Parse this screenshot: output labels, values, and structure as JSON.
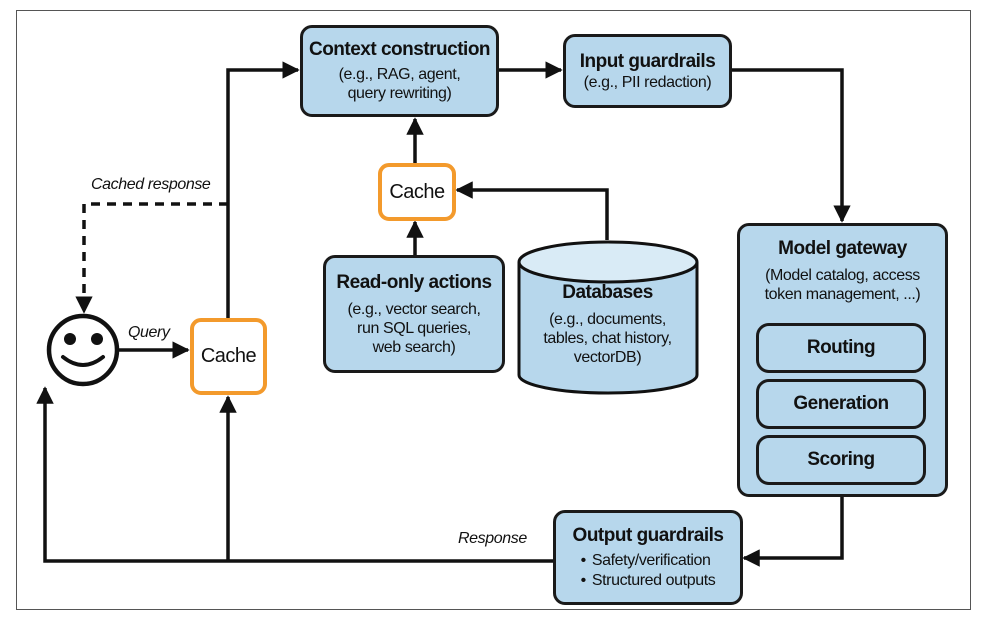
{
  "diagram": {
    "nodes": {
      "context_construction": {
        "title": "Context construction",
        "subtitle_lines": [
          "(e.g., RAG, agent,",
          "query rewriting)"
        ]
      },
      "input_guardrails": {
        "title": "Input guardrails",
        "subtitle_lines": [
          "(e.g., PII redaction)"
        ]
      },
      "cache_context": {
        "label": "Cache"
      },
      "read_only_actions": {
        "title": "Read-only actions",
        "subtitle_lines": [
          "(e.g., vector search,",
          "run SQL queries,",
          "web search)"
        ]
      },
      "databases": {
        "title": "Databases",
        "subtitle_lines": [
          "(e.g., documents,",
          "tables, chat history,",
          "vectorDB)"
        ]
      },
      "model_gateway": {
        "title": "Model gateway",
        "subtitle_lines": [
          "(Model catalog, access",
          "token management, ...)"
        ],
        "components": [
          "Routing",
          "Generation",
          "Scoring"
        ]
      },
      "output_guardrails": {
        "title": "Output guardrails",
        "bullets": [
          "Safety/verification",
          "Structured outputs"
        ]
      },
      "cache_query": {
        "label": "Cache"
      },
      "user": {
        "icon": "smiley-face-icon"
      }
    },
    "edge_labels": {
      "cached_response": "Cached response",
      "query": "Query",
      "response": "Response"
    },
    "edges": [
      {
        "from": "user",
        "to": "cache_query",
        "label": "Query",
        "style": "solid"
      },
      {
        "from": "cache_query",
        "to": "context_construction",
        "style": "solid"
      },
      {
        "from": "cache_query",
        "to": "user",
        "label": "Cached response",
        "style": "dashed"
      },
      {
        "from": "read_only_actions",
        "to": "cache_context",
        "style": "solid"
      },
      {
        "from": "databases",
        "to": "cache_context",
        "style": "solid"
      },
      {
        "from": "cache_context",
        "to": "context_construction",
        "style": "solid"
      },
      {
        "from": "context_construction",
        "to": "input_guardrails",
        "style": "solid"
      },
      {
        "from": "input_guardrails",
        "to": "model_gateway",
        "style": "solid"
      },
      {
        "from": "model_gateway",
        "to": "output_guardrails",
        "style": "solid"
      },
      {
        "from": "output_guardrails",
        "to": "user",
        "label": "Response",
        "style": "solid"
      },
      {
        "from": "output_guardrails",
        "to": "cache_query",
        "style": "solid"
      }
    ],
    "colors": {
      "box_fill": "#b7d7ec",
      "cache_border": "#f39a2c",
      "stroke": "#1a1a1a"
    }
  }
}
